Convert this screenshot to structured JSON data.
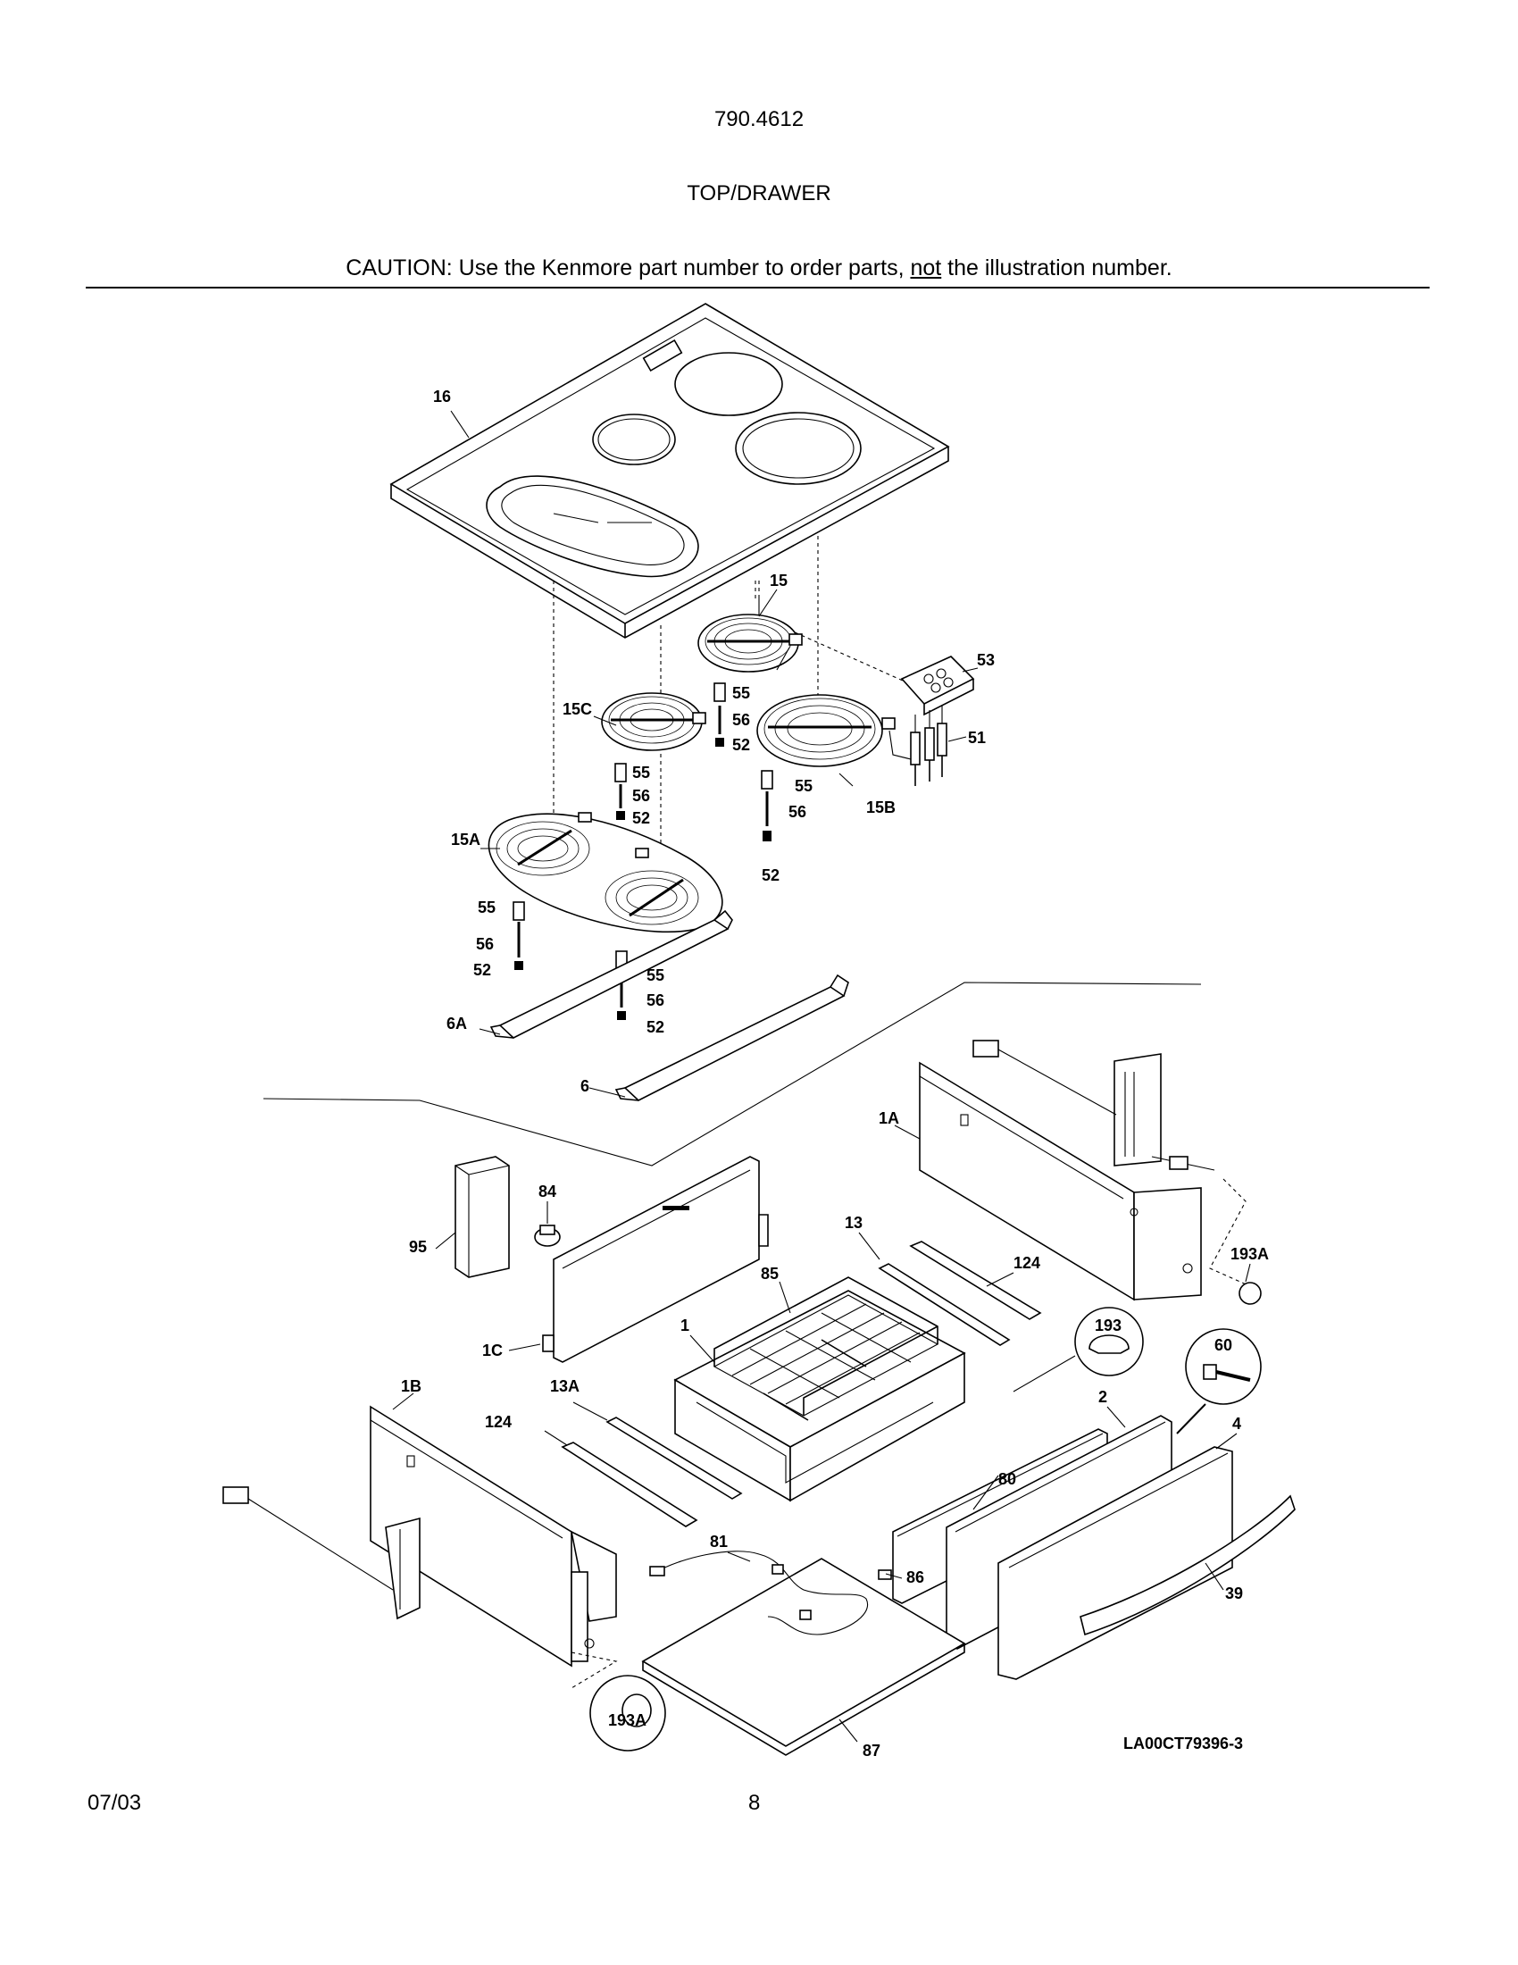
{
  "header": {
    "model": "790.4612",
    "section": "TOP/DRAWER",
    "caution_before": "CAUTION: Use the Kenmore part number to order parts, ",
    "caution_underlined": "not",
    "caution_after": " the illustration number."
  },
  "footer": {
    "date": "07/03",
    "page": "8"
  },
  "diagram": {
    "drawing_number": "LA00CT79396-3",
    "callouts": {
      "p16": "16",
      "p15": "15",
      "p53": "53",
      "p15c": "15C",
      "p55a": "55",
      "p56a": "56",
      "p52a": "52",
      "p51": "51",
      "p55b": "55",
      "p56b": "56",
      "p52b": "52",
      "p55c": "55",
      "p56c": "56",
      "p52c": "52",
      "p15b": "15B",
      "p15a": "15A",
      "p55d": "55",
      "p56d": "56",
      "p52d": "52",
      "p55e": "55",
      "p56e": "56",
      "p52e": "52",
      "p6a": "6A",
      "p6": "6",
      "p1a": "1A",
      "p84": "84",
      "p95": "95",
      "p13": "13",
      "p124a": "124",
      "p85": "85",
      "p193a_r": "193A",
      "p193": "193",
      "p60": "60",
      "p1": "1",
      "p1c": "1C",
      "p1b": "1B",
      "p13a": "13A",
      "p124b": "124",
      "p2": "2",
      "p4": "4",
      "p80": "80",
      "p81": "81",
      "p86": "86",
      "p39": "39",
      "p193a_l": "193A",
      "p87": "87"
    }
  }
}
